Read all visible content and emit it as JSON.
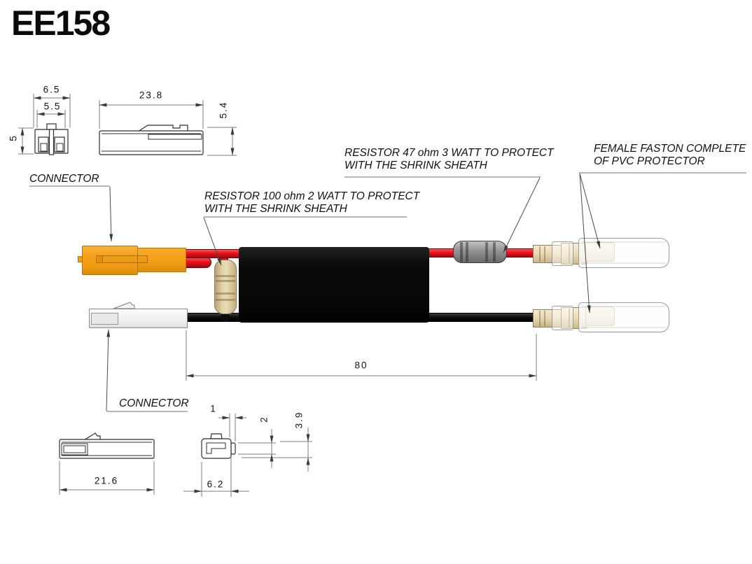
{
  "title": "EE158",
  "annotations": {
    "connector_top": {
      "label": "CONNECTOR"
    },
    "connector_bottom": {
      "label": "CONNECTOR"
    },
    "resistor_100": {
      "line1": "RESISTOR 100 ohm 2 WATT TO PROTECT",
      "line2": "WITH THE SHRINK SHEATH"
    },
    "resistor_47": {
      "line1": "RESISTOR 47 ohm 3 WATT TO PROTECT",
      "line2": "WITH THE SHRINK SHEATH"
    },
    "faston": {
      "line1": "FEMALE FASTON COMPLETE",
      "line2": "OF PVC PROTECTOR"
    }
  },
  "dimensions": {
    "connector_front_outer_width": "6.5",
    "connector_front_inner_width": "5.5",
    "connector_front_height": "5",
    "connector_side_length": "23.8",
    "connector_side_height": "5.4",
    "assembly_length": "80",
    "connector2_side_length": "21.6",
    "faston_tab_thickness": "1",
    "faston_tab_height": "2",
    "faston_front_height": "3.9",
    "faston_front_width": "6.2"
  },
  "colors": {
    "connector_orange": "#F6A21B",
    "wire_red": "#E8131C",
    "wire_black": "#0D0D0D",
    "resistor_tan": "#D9C79E",
    "resistor_gray": "#939393",
    "faston_brass": "#EADCB9",
    "sleeve_white": "#FBFBFB"
  }
}
